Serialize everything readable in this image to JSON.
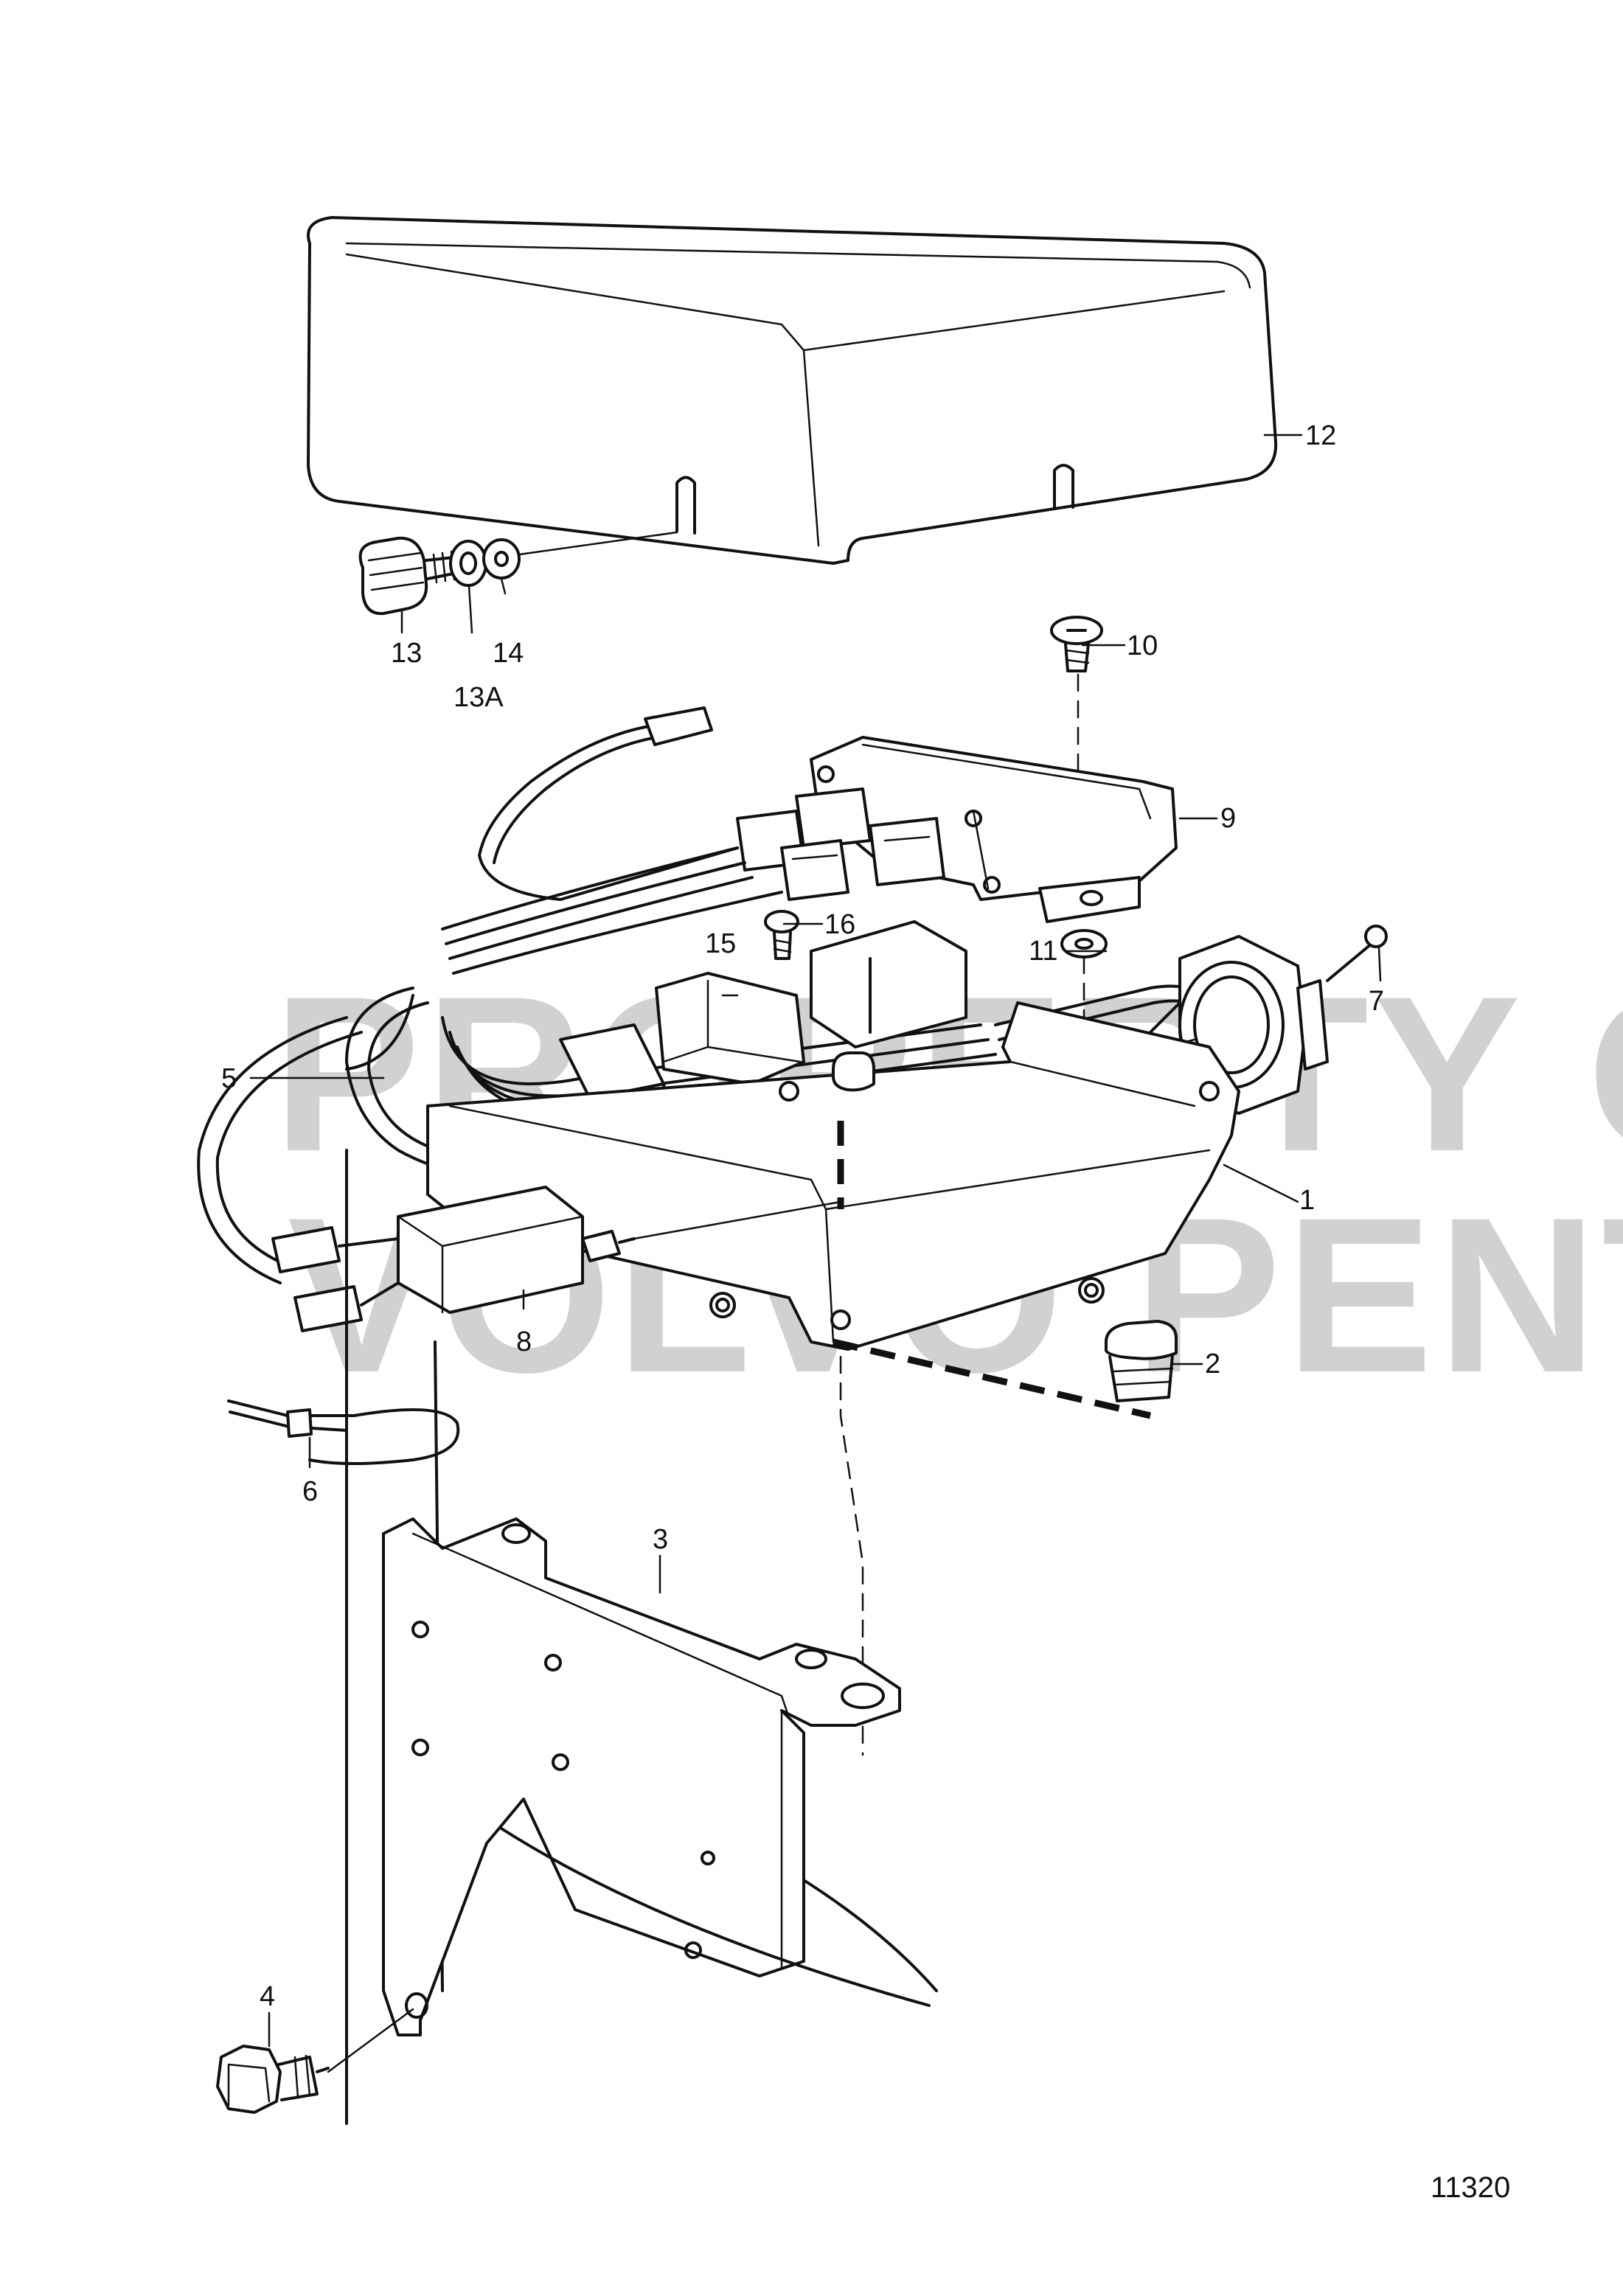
{
  "watermark": {
    "line1": "PROPERTY OF",
    "line2": "VOLVO PENTA"
  },
  "figure_number": "11320",
  "callouts": {
    "c1": "1",
    "c2": "2",
    "c3": "3",
    "c4": "4",
    "c5": "5",
    "c6": "6",
    "c7": "7",
    "c8": "8",
    "c9": "9",
    "c10": "10",
    "c11": "11",
    "c12": "12",
    "c13": "13",
    "c13a": "13A",
    "c14": "14",
    "c15": "15",
    "c16": "16"
  }
}
